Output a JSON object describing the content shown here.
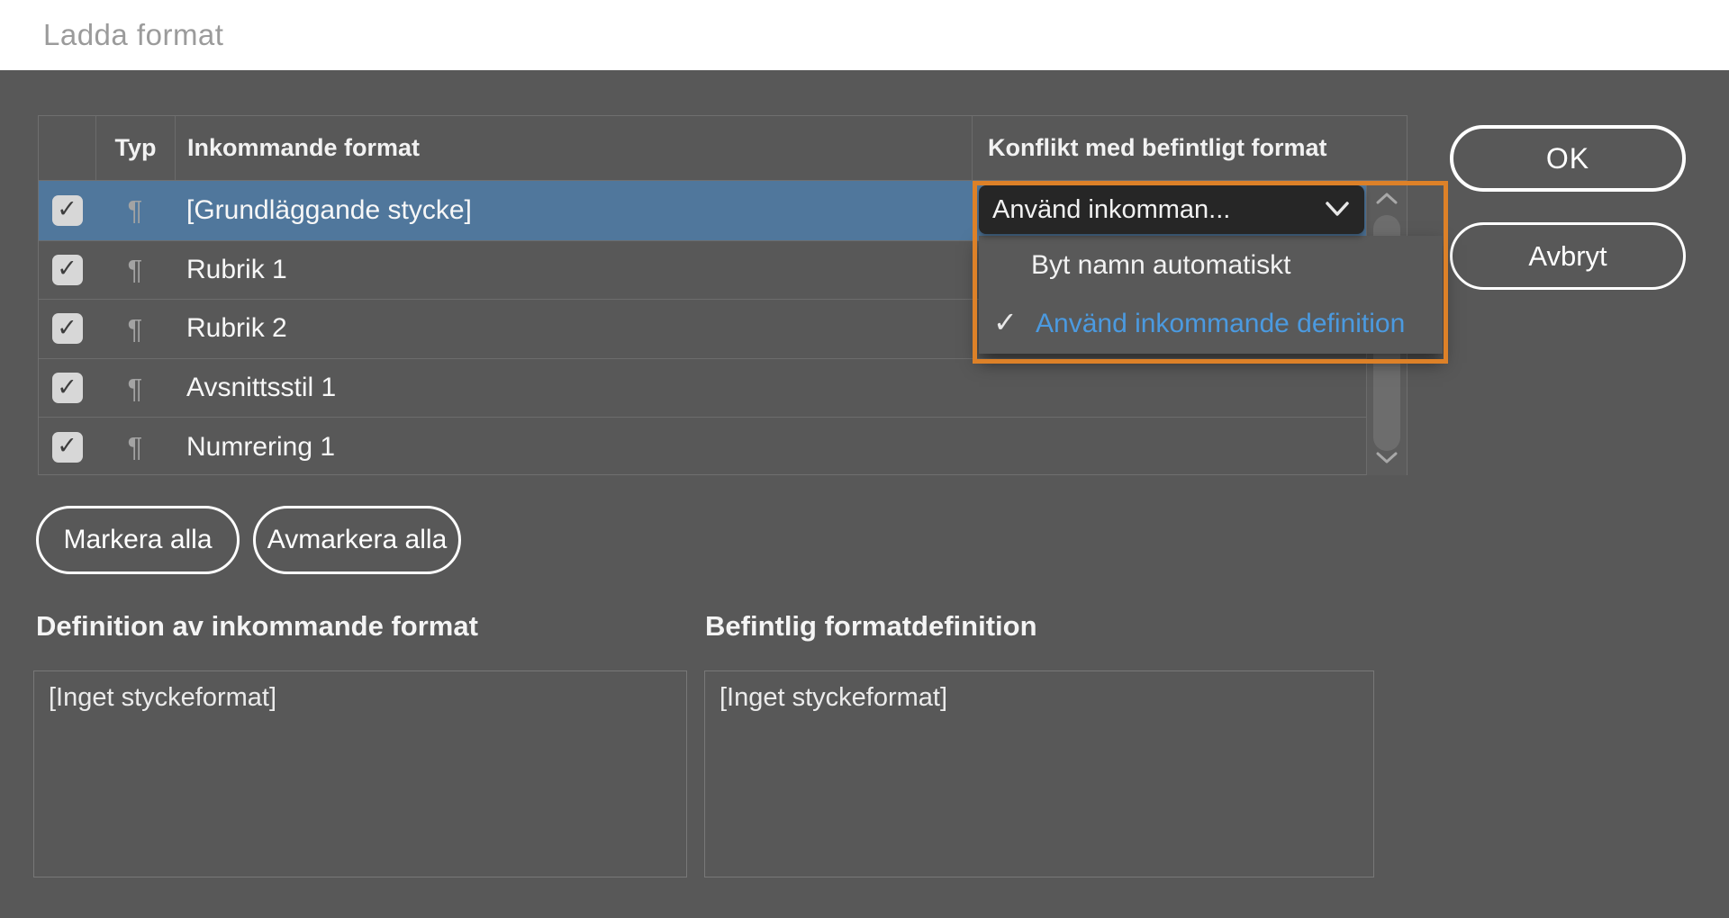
{
  "dialog": {
    "title": "Ladda format"
  },
  "table": {
    "headers": {
      "type": "Typ",
      "incoming": "Inkommande format",
      "conflict": "Konflikt med befintligt format"
    },
    "rows": [
      {
        "name": "[Grundläggande stycke]",
        "checked": true,
        "selected": true
      },
      {
        "name": "Rubrik 1",
        "checked": true,
        "selected": false
      },
      {
        "name": "Rubrik 2",
        "checked": true,
        "selected": false
      },
      {
        "name": "Avsnittsstil 1",
        "checked": true,
        "selected": false
      },
      {
        "name": "Numrering 1",
        "checked": true,
        "selected": false
      }
    ]
  },
  "conflict_dropdown": {
    "value": "Använd inkomman...",
    "options": [
      {
        "label": "Byt namn automatiskt",
        "selected": false
      },
      {
        "label": "Använd inkommande definition",
        "selected": true
      }
    ]
  },
  "buttons": {
    "ok": "OK",
    "cancel": "Avbryt",
    "select_all": "Markera alla",
    "deselect_all": "Avmarkera alla"
  },
  "panels": {
    "incoming_definition": {
      "label": "Definition av inkommande format",
      "content": "[Inget styckeformat]"
    },
    "existing_definition": {
      "label": "Befintlig formatdefinition",
      "content": "[Inget styckeformat]"
    }
  },
  "icons": {
    "paragraph": "¶",
    "check": "✓",
    "menu_check": "✓"
  },
  "colors": {
    "dialog_bg": "#585858",
    "selected_row": "#50779c",
    "highlight_border": "#dd8128",
    "selected_option_text": "#4b9ae0",
    "dropdown_bg": "#262626"
  }
}
